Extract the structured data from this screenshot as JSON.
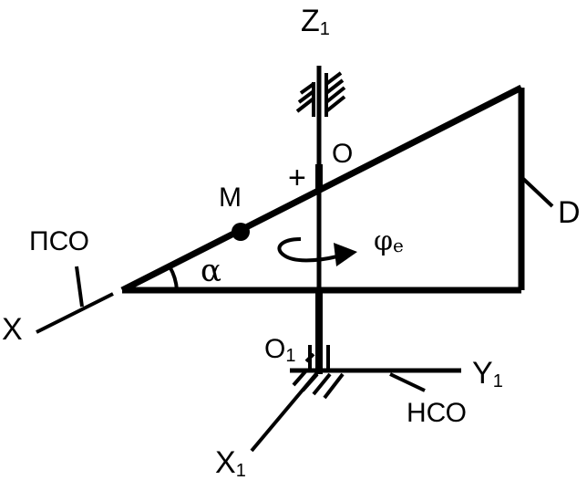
{
  "diagram": {
    "axis_z": {
      "main": "Z",
      "sub": "1"
    },
    "axis_y": {
      "main": "Y",
      "sub": "1"
    },
    "axis_x1": {
      "main": "X",
      "sub": "1"
    },
    "axis_x": "X",
    "origin_o": "O",
    "origin_o1": {
      "main": "O",
      "sub": "1"
    },
    "point_m": "M",
    "plus_sign": "+",
    "label_d": "D",
    "label_pso": "ПСО",
    "label_nso": "НСО",
    "angle": "α",
    "rotation": {
      "main": "φ",
      "sub": "e"
    }
  }
}
